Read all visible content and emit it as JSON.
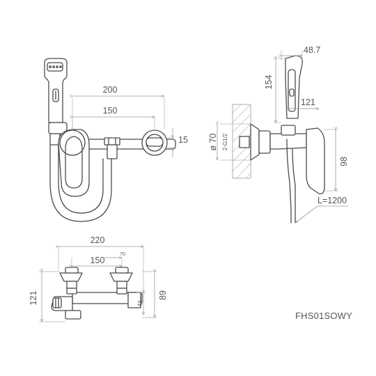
{
  "front_view": {
    "dim_width_outer": "200",
    "dim_width_inner": "150",
    "dim_depth": "15"
  },
  "side_view": {
    "dim_handle_width": "48.7",
    "dim_shower_height": "154",
    "dim_projection": "121",
    "dim_flange_diameter": "ø 70",
    "dim_thread": "2-G1/2",
    "dim_body_height": "98",
    "dim_hose_length": "L=1200"
  },
  "bottom_view": {
    "dim_overall_width": "220",
    "dim_inlet_spacing": "150",
    "dim_handle_offset": "70",
    "dim_overall_height": "121",
    "dim_body_height": "89",
    "dim_spout_height": "43"
  },
  "model_code": "FHS01SOWY"
}
